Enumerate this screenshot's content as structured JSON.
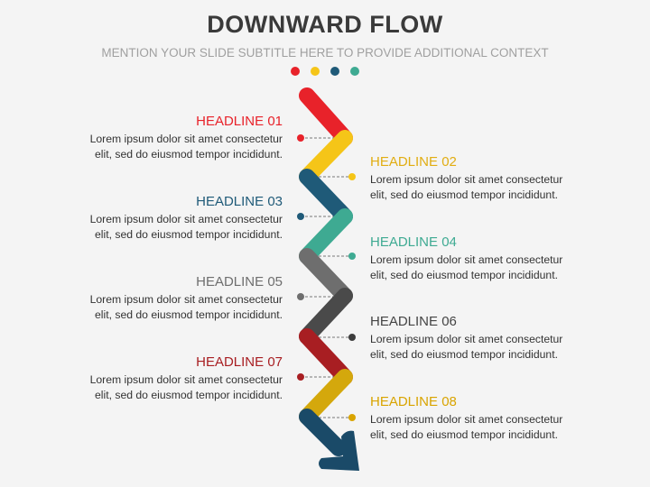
{
  "title": "DOWNWARD FLOW",
  "subtitle": "MENTION YOUR SLIDE SUBTITLE HERE TO PROVIDE ADDITIONAL CONTEXT",
  "dot_colors": [
    "#e8222a",
    "#f5c518",
    "#1f5a78",
    "#3eaa92"
  ],
  "items": [
    {
      "headline": "HEADLINE 01",
      "text1": "Lorem ipsum dolor sit amet consectetur",
      "text2": "elit, sed do eiusmod tempor incididunt.",
      "color": "#e8222a",
      "side": "left"
    },
    {
      "headline": "HEADLINE 02",
      "text1": "Lorem ipsum dolor sit amet consectetur",
      "text2": "elit, sed do eiusmod tempor incididunt.",
      "color": "#e1ad12",
      "side": "right"
    },
    {
      "headline": "HEADLINE 03",
      "text1": "Lorem ipsum dolor sit amet consectetur",
      "text2": "elit, sed do eiusmod tempor incididunt.",
      "color": "#1f5a78",
      "side": "left"
    },
    {
      "headline": "HEADLINE 04",
      "text1": "Lorem ipsum dolor sit amet consectetur",
      "text2": "elit, sed do eiusmod tempor incididunt.",
      "color": "#3eaa92",
      "side": "right"
    },
    {
      "headline": "HEADLINE 05",
      "text1": "Lorem ipsum dolor sit amet consectetur",
      "text2": "elit, sed do eiusmod tempor incididunt.",
      "color": "#6e6e6e",
      "side": "left"
    },
    {
      "headline": "HEADLINE 06",
      "text1": "Lorem ipsum dolor sit amet consectetur",
      "text2": "elit, sed do eiusmod tempor incididunt.",
      "color": "#444444",
      "side": "right"
    },
    {
      "headline": "HEADLINE 07",
      "text1": "Lorem ipsum dolor sit amet consectetur",
      "text2": "elit, sed do eiusmod tempor incididunt.",
      "color": "#a81e22",
      "side": "left"
    },
    {
      "headline": "HEADLINE 08",
      "text1": "Lorem ipsum dolor sit amet consectetur",
      "text2": "elit, sed do eiusmod tempor incididunt.",
      "color": "#d9a400",
      "side": "right"
    }
  ],
  "segment_colors": [
    "#e8222a",
    "#f5c518",
    "#1f5a78",
    "#3eaa92",
    "#6e6e6e",
    "#4a4a4a",
    "#a81e22",
    "#d4a80c",
    "#1a4a68"
  ]
}
